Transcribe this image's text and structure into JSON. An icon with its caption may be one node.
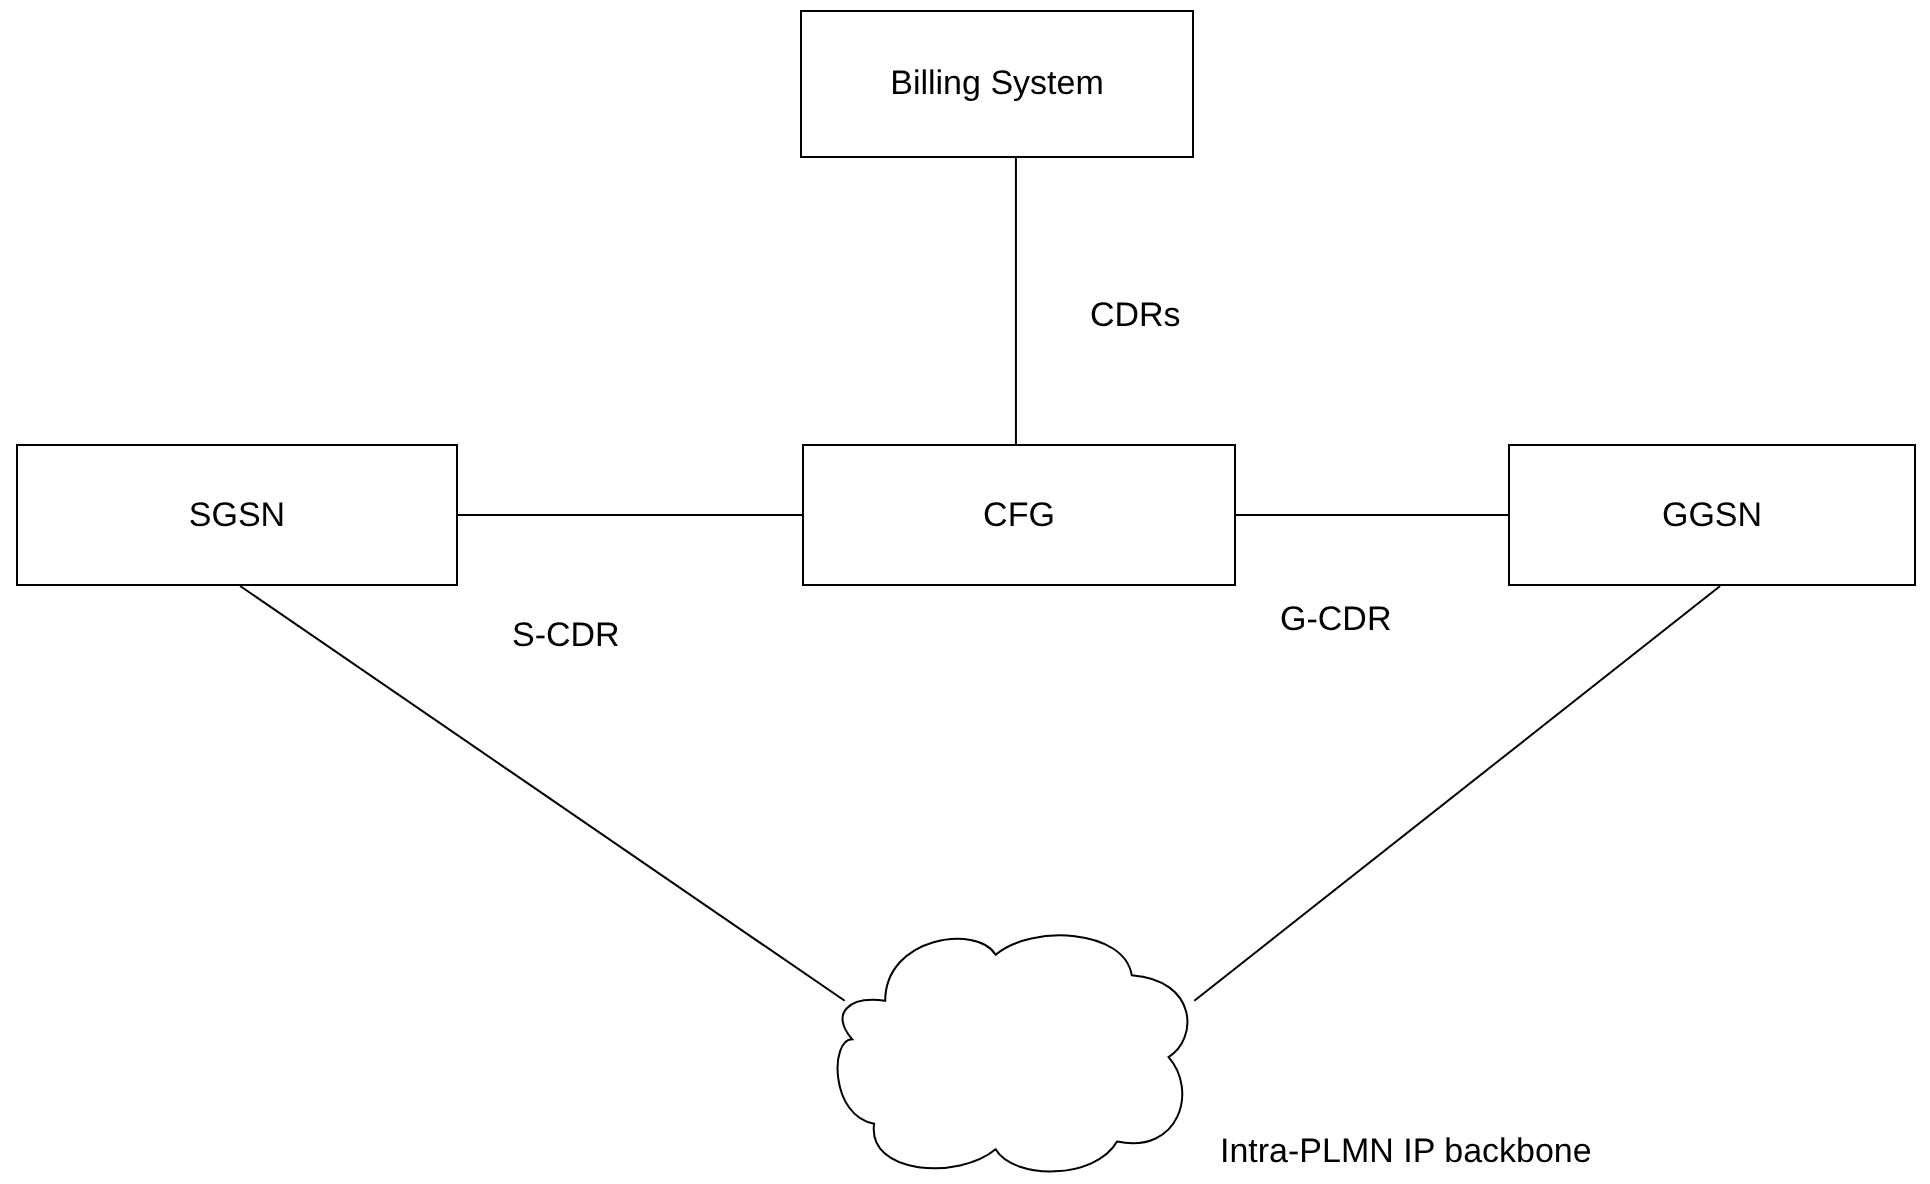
{
  "diagram": {
    "nodes": [
      {
        "text": [
          "Billing System"
        ]
      },
      {
        "text": [
          "SGSN"
        ]
      },
      {
        "text": [
          "CFG"
        ]
      },
      {
        "text": [
          "GGSN"
        ]
      },
      {
        "text": [],
        "shape": "cloud",
        "beside": [
          "Intra-PLMN IP backbone"
        ]
      }
    ],
    "edges": [
      {
        "from": 2,
        "to": 0,
        "arrow": "none",
        "label": "CDRs"
      },
      {
        "from": 1,
        "to": 2,
        "arrow": "none",
        "label": "S-CDR"
      },
      {
        "from": 2,
        "to": 3,
        "arrow": "none",
        "label": "G-CDR"
      },
      {
        "from": 1,
        "to": 4,
        "arrow": "none"
      },
      {
        "from": 3,
        "to": 4,
        "arrow": "none"
      }
    ]
  }
}
